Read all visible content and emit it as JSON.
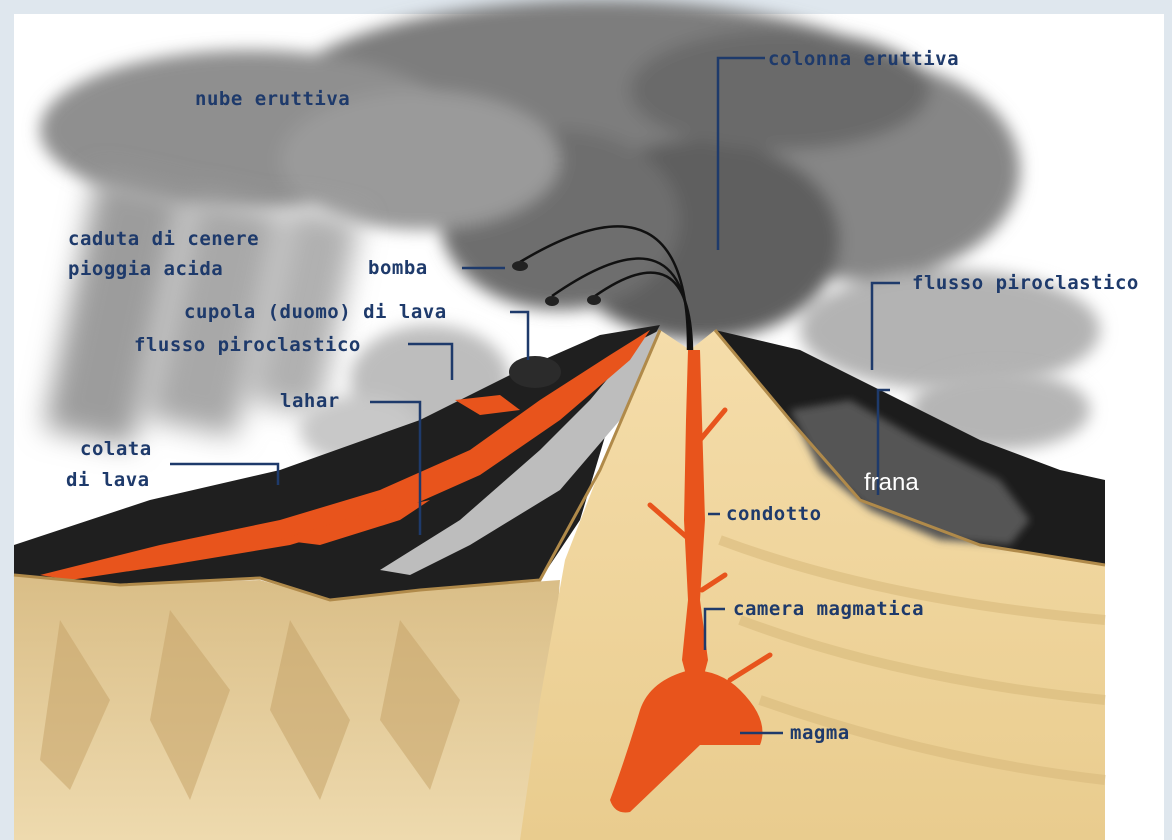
{
  "labels": {
    "nube_eruttiva": "nube eruttiva",
    "colonna_eruttiva": "colonna eruttiva",
    "caduta_cenere_line1": "caduta di cenere",
    "caduta_cenere_line2": "pioggia acida",
    "bomba": "bomba",
    "cupola_lava": "cupola (duomo) di lava",
    "flusso_piroclastico_left": "flusso piroclastico",
    "flusso_piroclastico_right": "flusso piroclastico",
    "lahar": "lahar",
    "colata_line1": "colata",
    "colata_line2": "di lava",
    "frana": "frana",
    "condotto": "condotto",
    "camera_magmatica": "camera magmatica",
    "magma": "magma"
  },
  "colors": {
    "label_text": "#1e3a6b",
    "leader_line": "#1e3a6b",
    "lava": "#e8541c",
    "rock_dark": "#1e1e1e",
    "sand": "#efd69c",
    "background": "#dfe7ee"
  }
}
